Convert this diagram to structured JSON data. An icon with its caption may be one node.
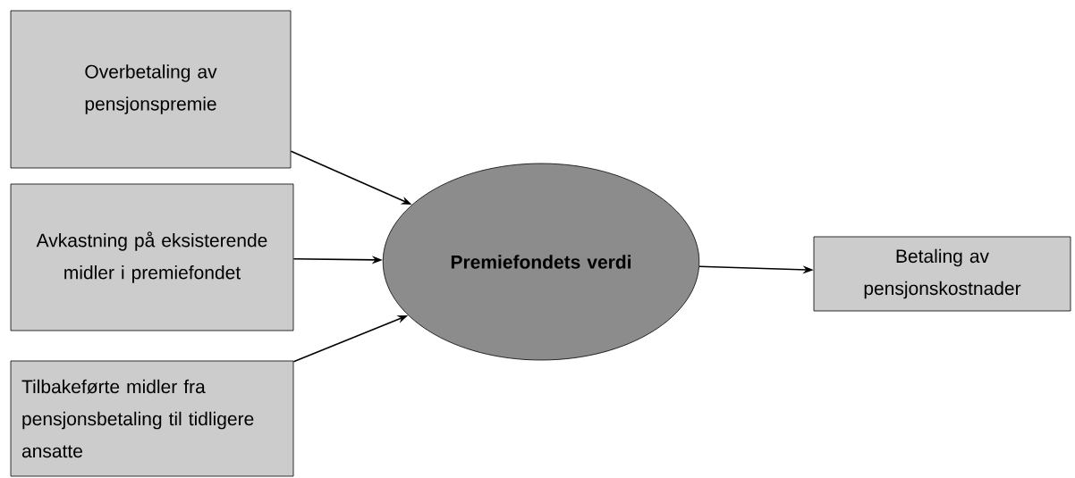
{
  "diagram": {
    "nodes": [
      {
        "text": [
          "Overbetaling av pensjonspremie"
        ]
      },
      {
        "text": [
          "Avkastning på eksisterende midler i premiefondet"
        ]
      },
      {
        "text": [
          "Tilbakeførte midler fra pensjonsbetaling til tidligere ansatte"
        ]
      },
      {
        "text": [
          "**Premiefondets verdi**"
        ]
      },
      {
        "text": [
          "Betaling av pensjonskostnader"
        ]
      }
    ],
    "edges": [
      {
        "from": 0,
        "to": 3,
        "arrow": "to"
      },
      {
        "from": 1,
        "to": 3,
        "arrow": "to"
      },
      {
        "from": 2,
        "to": 3,
        "arrow": "to"
      },
      {
        "from": 3,
        "to": 4,
        "arrow": "to"
      }
    ]
  }
}
